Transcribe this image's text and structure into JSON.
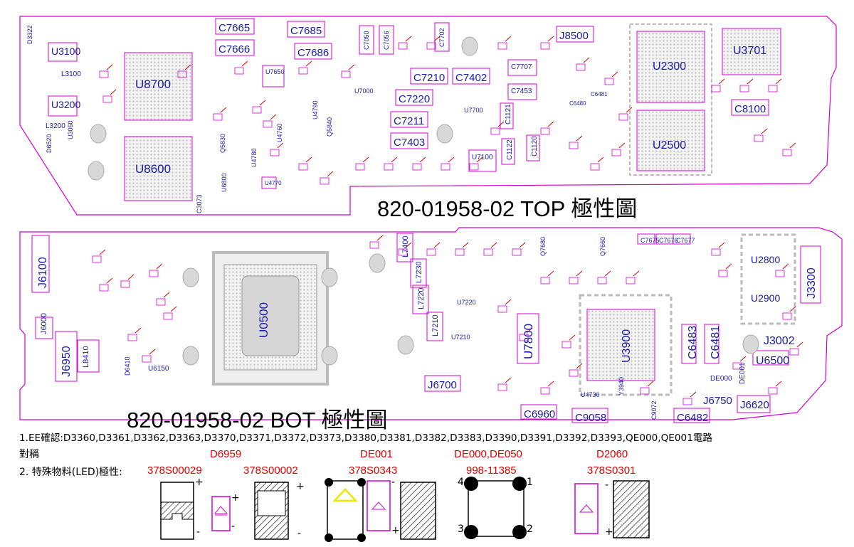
{
  "top_title": "820-01958-02 TOP 極性圖",
  "bot_title": "820-01958-02 BOT 極性圖",
  "note1": "1.EE確認:D3360,D3361,D3362,D3363,D3370,D3371,D3372,D3373,D3380,D3381,D3382,D3383,D3390,D3391,D3392,D3393,QE000,QE001電路",
  "note1b": "對稱",
  "note2": "2. 特殊物料(LED)極性:",
  "top_components": [
    {
      "t": "U3100"
    },
    {
      "t": "U3200"
    },
    {
      "t": "U8700"
    },
    {
      "t": "U8600"
    },
    {
      "t": "C7665"
    },
    {
      "t": "C7666"
    },
    {
      "t": "C7685"
    },
    {
      "t": "C7686"
    },
    {
      "t": "C7210"
    },
    {
      "t": "C7402"
    },
    {
      "t": "C7220"
    },
    {
      "t": "C7211"
    },
    {
      "t": "C7403"
    },
    {
      "t": "J8500"
    },
    {
      "t": "U2300"
    },
    {
      "t": "U2500"
    },
    {
      "t": "U3701"
    },
    {
      "t": "C8100"
    },
    {
      "t": "U7100"
    },
    {
      "t": "C7707"
    },
    {
      "t": "C7453"
    },
    {
      "t": "C1121"
    },
    {
      "t": "C1122"
    },
    {
      "t": "C1120"
    },
    {
      "t": "U7650"
    },
    {
      "t": "U7000"
    },
    {
      "t": "U7700"
    },
    {
      "t": "C7050"
    },
    {
      "t": "C7056"
    },
    {
      "t": "C7702"
    },
    {
      "t": "L3100"
    },
    {
      "t": "L3200"
    },
    {
      "t": "D3322"
    },
    {
      "t": "D6520"
    },
    {
      "t": "U3060"
    },
    {
      "t": "Q5830"
    },
    {
      "t": "U4780"
    },
    {
      "t": "U4760"
    },
    {
      "t": "U4790"
    },
    {
      "t": "Q5840"
    },
    {
      "t": "U6800"
    },
    {
      "t": "C3073"
    },
    {
      "t": "U4770"
    },
    {
      "t": "C6480"
    },
    {
      "t": "C6481"
    }
  ],
  "bot_components": [
    {
      "t": "J6100"
    },
    {
      "t": "J6000"
    },
    {
      "t": "J6950"
    },
    {
      "t": "U0500"
    },
    {
      "t": "L7400"
    },
    {
      "t": "L7230"
    },
    {
      "t": "L7220"
    },
    {
      "t": "L7210"
    },
    {
      "t": "J6700"
    },
    {
      "t": "U7800"
    },
    {
      "t": "U3900"
    },
    {
      "t": "C6483"
    },
    {
      "t": "C6481"
    },
    {
      "t": "U2800"
    },
    {
      "t": "U2900"
    },
    {
      "t": "J3300"
    },
    {
      "t": "J3002"
    },
    {
      "t": "U6500"
    },
    {
      "t": "J6750"
    },
    {
      "t": "J6620"
    },
    {
      "t": "C6960"
    },
    {
      "t": "C9058"
    },
    {
      "t": "C6482"
    },
    {
      "t": "L8410"
    },
    {
      "t": "D6410"
    },
    {
      "t": "U6150"
    },
    {
      "t": "U7210"
    },
    {
      "t": "U7220"
    },
    {
      "t": "U4730"
    },
    {
      "t": "Y3940"
    },
    {
      "t": "C9072"
    },
    {
      "t": "DE000"
    },
    {
      "t": "DE001"
    },
    {
      "t": "C7675"
    },
    {
      "t": "C7676"
    },
    {
      "t": "C7677"
    },
    {
      "t": "Q7660"
    },
    {
      "t": "Q7680"
    }
  ],
  "parts": [
    {
      "ref": "D6959",
      "pn": "378S00029"
    },
    {
      "ref": "",
      "pn": "378S00002"
    },
    {
      "ref": "DE001",
      "pn": "378S0343"
    },
    {
      "ref": "DE000,DE050",
      "pn": "998-11385"
    },
    {
      "ref": "D2060",
      "pn": "378S0301"
    }
  ],
  "plus": "+",
  "minus": "-",
  "pin1": "1",
  "pin2": "2",
  "pin3": "3",
  "pin4": "4",
  "colors": {
    "outline": "#d400d4",
    "label": "#1a1aa8",
    "red": "#e00000",
    "grid": "#b5b5b5"
  }
}
